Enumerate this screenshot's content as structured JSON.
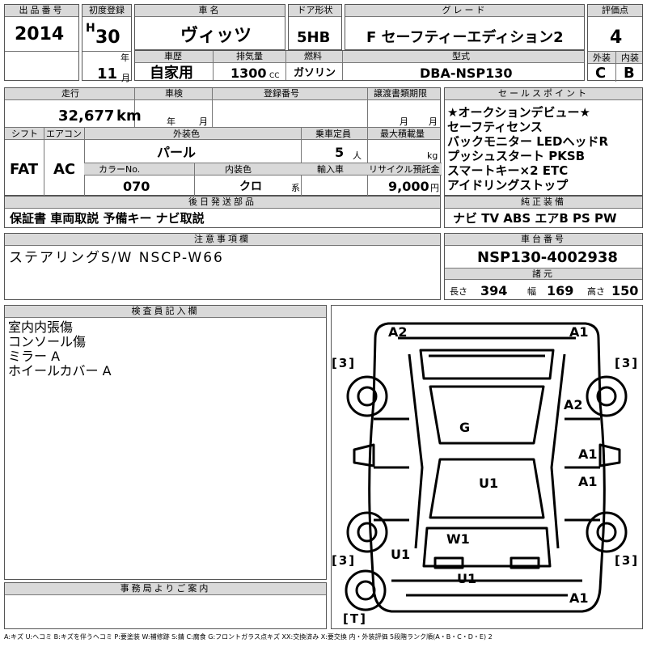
{
  "labels": {
    "lot_no": "出品番号",
    "first_reg": "初度登録",
    "car_name": "車名",
    "door": "ドア形状",
    "grade": "グレード",
    "score": "評価点",
    "history": "車歴",
    "displacement": "排気量",
    "fuel": "燃料",
    "model": "型式",
    "exterior": "外装",
    "interior": "内装",
    "mileage": "走行",
    "inspection": "車検",
    "reg_no": "登録番号",
    "transfer": "譲渡書類期限",
    "shift": "シフト",
    "aircon": "エアコン",
    "ext_color": "外装色",
    "capacity": "乗車定員",
    "max_load": "最大積載量",
    "color_no": "カラーNo.",
    "int_color": "内装色",
    "import": "輸入車",
    "recycle": "リサイクル預託金",
    "sales_points": "セールスポイント",
    "later_parts": "後日発送部品",
    "standard_equip": "純正装備",
    "caution": "注意事項欄",
    "chassis": "車台番号",
    "dimensions": "諸元",
    "length": "長さ",
    "width": "幅",
    "height": "高さ",
    "inspector": "検査員記入欄",
    "office": "事務局よりご案内",
    "unit_year": "年",
    "unit_month": "月",
    "unit_cc": "CC",
    "unit_km": "km",
    "unit_person": "人",
    "unit_kg": "kg",
    "unit_yen": "円",
    "unit_type": "系"
  },
  "vehicle": {
    "lot_no": "2014",
    "era": "H",
    "year": "30",
    "month": "11",
    "name": "ヴィッツ",
    "door": "5HB",
    "grade": "F セーフティーエディション2",
    "score": "4",
    "history": "自家用",
    "displacement": "1300",
    "fuel": "ガソリン",
    "model": "DBA-NSP130",
    "exterior_grade": "C",
    "interior_grade": "B",
    "mileage": "32,677",
    "ext_color": "パール",
    "capacity": "5",
    "shift": "FAT",
    "aircon": "AC",
    "color_no": "070",
    "int_color": "クロ",
    "recycle": "9,000",
    "chassis": "NSP130-4002938",
    "length": "394",
    "width": "169",
    "height": "150"
  },
  "sales_points": [
    "★オークションデビュー★",
    "セーフティセンス",
    "バックモニター LEDヘッドR",
    "プッシュスタート PKSB",
    "スマートキー×2 ETC",
    "アイドリングストップ"
  ],
  "later_parts": "保証書 車両取説 予備キー ナビ取説",
  "standard_equip": "ナビ TV ABS エアB PS PW",
  "caution": "ステアリングS/W NSCP-W66",
  "inspector_notes": [
    "室内内張傷",
    "コンソール傷",
    "ミラー A",
    "ホイールカバー A"
  ],
  "damage_marks": {
    "rear_left": "A2",
    "rear_right": "A1",
    "right_front_door": "A2",
    "right_rear_door": "A1",
    "right_side_low": "A1",
    "roof": "G",
    "center": "U1",
    "windshield": "W1",
    "left_front": "U1",
    "front": "U1",
    "front_right": "A1"
  },
  "wheel_marks": {
    "rear_left": "3",
    "rear_right": "3",
    "front_left": "3",
    "front_right": "3",
    "spare": "T"
  },
  "legend": "A:キズ U:ヘコミ B:キズを伴うヘコミ P:要塗装 W:補修跡 S:錆 C:腐食 G:フロントガラス点キズ XX:交換済み X:要交換 内・外装評価 5段階ランク順(A・B・C・D・E) 2"
}
